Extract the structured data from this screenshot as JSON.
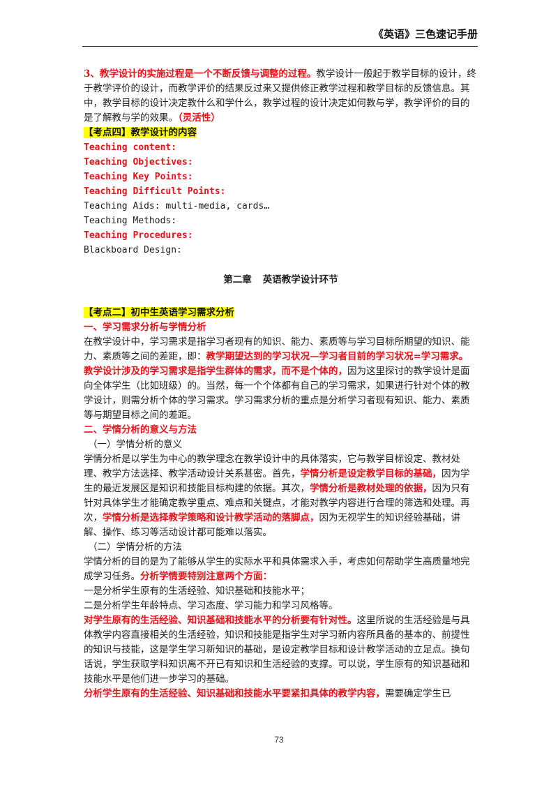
{
  "header": {
    "title": "《英语》三色速记手册"
  },
  "block1": {
    "lead_red": "3、教学设计的实施过程是一个不断反馈与调整的过程。",
    "text": "教学设计一般起于教学目标的设计，终于教学评价的设计，而教学评价的结果反过来又提供修正教学过程和教学目标的反馈信息。其中，教学目标的设计决定教什么和学什么，教学过程的设计决定如何教与学，教学评价的目的是了解教与学的效果。",
    "tail_red": "（灵活性）"
  },
  "point4": {
    "heading": "【考点四】教学设计的内容",
    "items": [
      {
        "label": "Teaching content:",
        "style": "red"
      },
      {
        "label": "Teaching Objectives:",
        "style": "red"
      },
      {
        "label": "Teaching Key Points:",
        "style": "red"
      },
      {
        "label": "Teaching Difficult Points:",
        "style": "red"
      },
      {
        "label": "Teaching Aids:  multi-media, cards…",
        "style": "plain"
      },
      {
        "label": "Teaching Methods:",
        "style": "plain"
      },
      {
        "label": "Teaching Procedures:",
        "style": "red"
      },
      {
        "label": "Blackboard Design:",
        "style": "plain"
      }
    ]
  },
  "chapter": {
    "number": "第二章",
    "title": "英语教学设计环节"
  },
  "point2": {
    "heading": "【考点二】初中生英语学习需求分析",
    "section1_title": "一、学习需求分析与学情分析",
    "s1_p1_text": "在教学设计中，学习需求是指学习者现有的知识、能力、素质等与学习目标所期望的知识、能力、素质等之间的差距，即：",
    "s1_p1_red": "教学期望达到的学习状况—学习者目前的学习状况=学习需求。",
    "s1_p2_red": "教学设计涉及的学习需求是指学生群体的需求，而不是个体的，",
    "s1_p2_text": "因为这里探讨的教学设计是面向全体学生（比如班级）的。当然，每一个个体都有自己的学习需求，如果进行针对个体的教学设计，则需分析个体的学习需求。学习需求分析的重点是分析学习者现有知识、能力、素质等与期望目标之间的差距。",
    "section2_title": "二、学情分析的意义与方法",
    "sub1": "（一）学情分析的意义",
    "s2_p1_a": "学情分析是以学生为中心的教学理念在教学设计中的具体落实，它与教学目标设定、教材处理、教学方法选择、教学活动设计关系甚密。首先，",
    "s2_p1_red1": "学情分析是设定教学目标的基础，",
    "s2_p1_b": "因为学生的最近发展区是知识和技能目标构建的依据。其次，",
    "s2_p1_red2": "学情分析是教材处理的依据，",
    "s2_p1_c": "因为只有针对具体学生才能确定教学重点、难点和关键点，才能对教学内容进行合理的筛选和处理。再次，",
    "s2_p1_red3": "学情分析是选择教学策略和设计教学活动的落脚点，",
    "s2_p1_d": "因为无视学生的知识经验基础，讲解、操作、练习等活动设计都可能难以落实。",
    "sub2": "（二）学情分析的方法",
    "s2_p2_text": "学情分析的目的是为了能够从学生的实际水平和具体需求入手，考虑如何帮助学生高质量地完成学习任务。",
    "s2_p2_red": "分析学情要特别注意两个方面：",
    "item1": "一是分析学生原有的生活经验、知识基础和技能水平；",
    "item2": "二是分析学生年龄特点、学习态度、学习能力和学习风格等。",
    "s2_p3_red": "对学生原有的生活经验、知识基础和技能水平的分析要有针对性。",
    "s2_p3_text": "这里所说的生活经验是与具体教学内容直接相关的生活经验，知识和技能是指学生对学习新内容所具备的基本的、前提性的知识与技能，这是学生学习新知识的基础，是设定教学目标和设计教学活动的立足点。换句话说，学生获取学科知识离不开已有知识和生活经验的支撑。可以说，学生原有的知识基础和技能水平是他们进一步学习的基础。",
    "s2_p4_red": "分析学生原有的生活经验、知识基础和技能水平要紧扣具体的教学内容，",
    "s2_p4_text": "需要确定学生已"
  },
  "footer": {
    "page_number": "73"
  },
  "colors": {
    "accent_red": "#e8141b",
    "highlight_yellow": "#ffff00"
  }
}
